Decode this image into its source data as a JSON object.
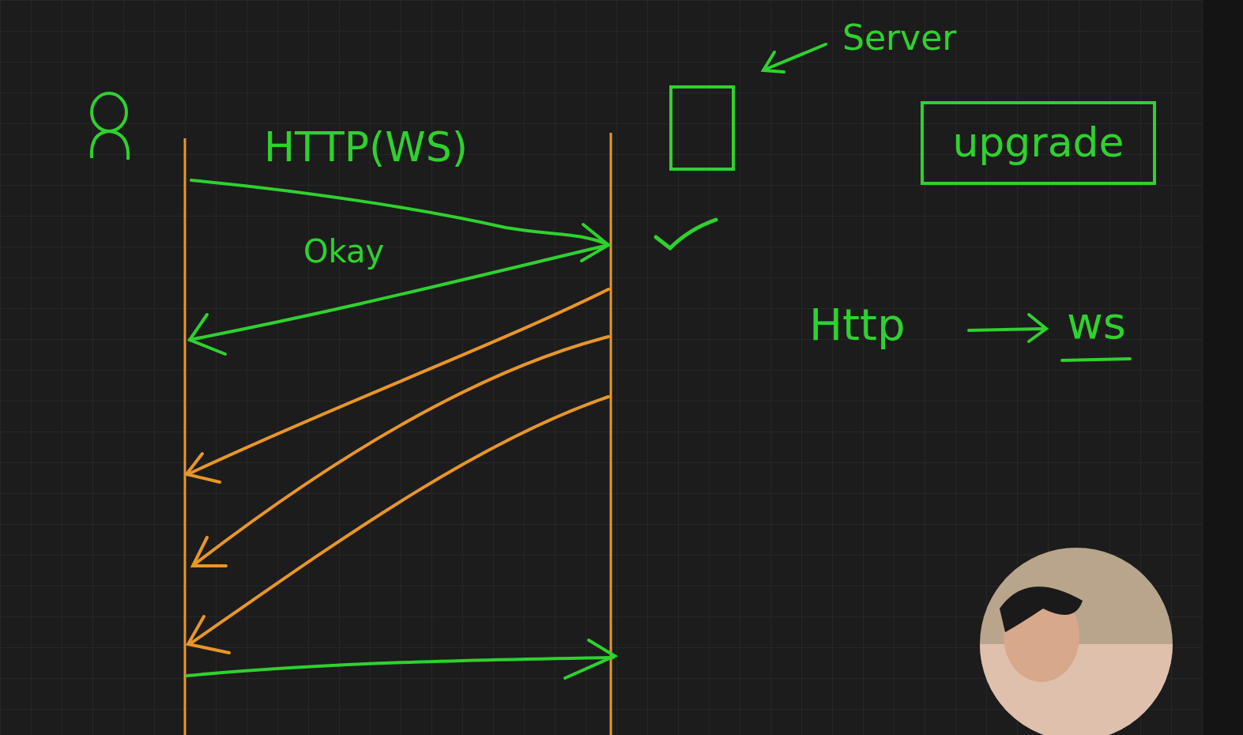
{
  "diagram": {
    "nodes": [
      {
        "text": [
          "upgrade"
        ]
      }
    ],
    "labels": [
      "Server",
      "HTTP(WS)",
      "Okay",
      "Http",
      "ws"
    ]
  }
}
